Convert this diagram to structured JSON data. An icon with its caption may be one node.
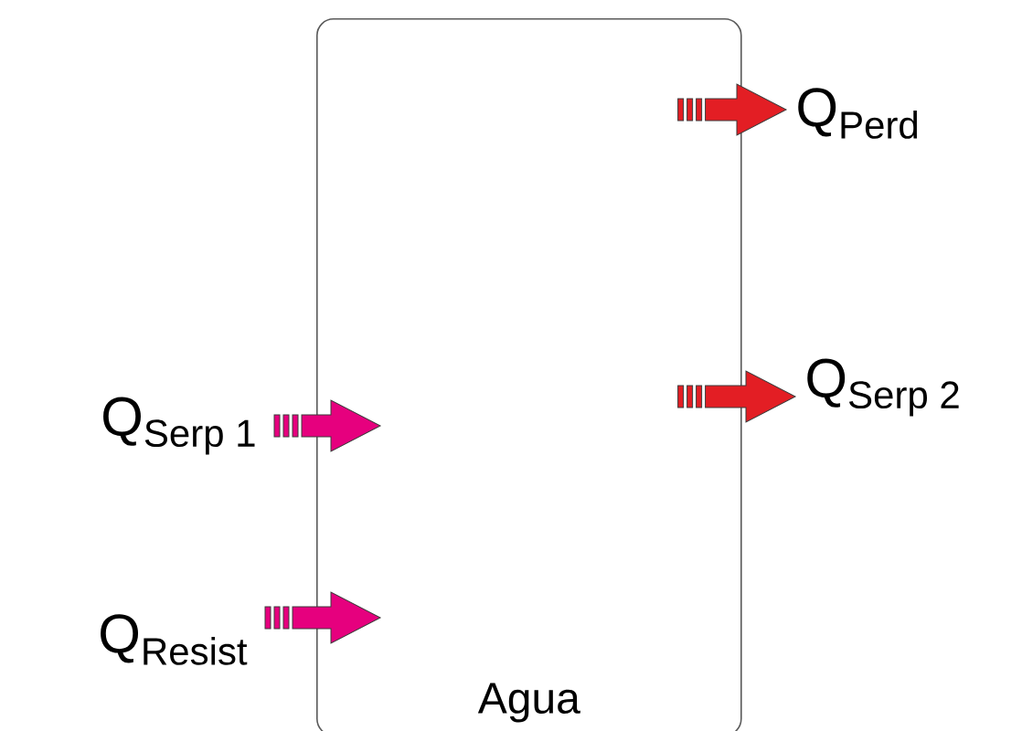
{
  "diagram": {
    "nodes": [
      {
        "text": [
          "Agua"
        ]
      },
      {
        "text": [
          "Q$_{Serp 1}$"
        ]
      },
      {
        "text": [
          "Q$_{Resist}$"
        ]
      },
      {
        "text": [
          "Q$_{Perd}$"
        ]
      },
      {
        "text": [
          "Q$_{Serp 2}$"
        ]
      }
    ],
    "edges": [
      {
        "from": 1,
        "to": 0,
        "arrow": "to",
        "color": "#e6007e"
      },
      {
        "from": 2,
        "to": 0,
        "arrow": "to",
        "color": "#e6007e"
      },
      {
        "from": 0,
        "to": 3,
        "arrow": "to",
        "color": "#e31e24"
      },
      {
        "from": 0,
        "to": 4,
        "arrow": "to",
        "color": "#e31e24"
      }
    ]
  }
}
